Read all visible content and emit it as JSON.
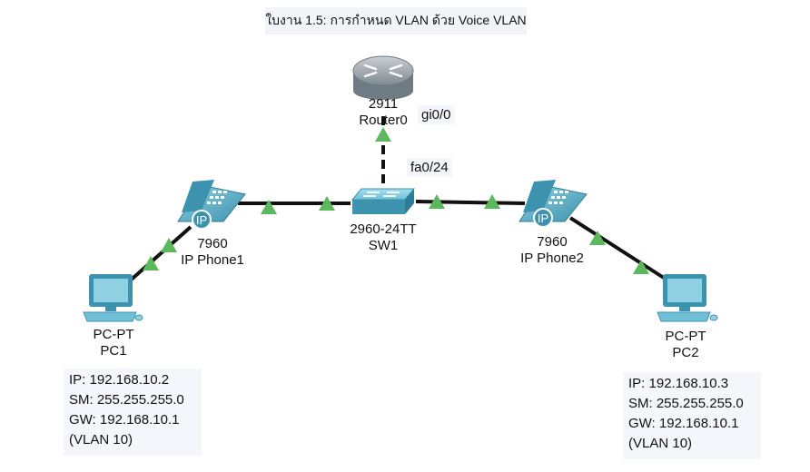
{
  "title": "ใบงาน 1.5: การกำหนด VLAN ด้วย Voice VLAN",
  "colors": {
    "link": "#111111",
    "link_up_marker": "#5cb85c",
    "device_blue": "#3d93ad",
    "device_light": "#8fd1e3"
  },
  "devices": {
    "router": {
      "model": "2911",
      "name": "Router0",
      "icon": "router-icon"
    },
    "switch": {
      "model": "2960-24TT",
      "name": "SW1",
      "icon": "switch-icon"
    },
    "phone1": {
      "model": "7960",
      "name": "IP Phone1",
      "icon": "ip-phone-icon",
      "badge": "IP"
    },
    "phone2": {
      "model": "7960",
      "name": "IP Phone2",
      "icon": "ip-phone-icon",
      "badge": "IP"
    },
    "pc1": {
      "model": "PC-PT",
      "name": "PC1",
      "icon": "pc-icon"
    },
    "pc2": {
      "model": "PC-PT",
      "name": "PC2",
      "icon": "pc-icon"
    }
  },
  "interfaces": {
    "router_port": "gi0/0",
    "switch_uplink": "fa0/24"
  },
  "pc1_config": {
    "ip": "IP: 192.168.10.2",
    "sm": "SM: 255.255.255.0",
    "gw": "GW: 192.168.10.1",
    "vlan": "(VLAN 10)"
  },
  "pc2_config": {
    "ip": "IP: 192.168.10.3",
    "sm": "SM: 255.255.255.0",
    "gw": "GW: 192.168.10.1",
    "vlan": "(VLAN 10)"
  }
}
